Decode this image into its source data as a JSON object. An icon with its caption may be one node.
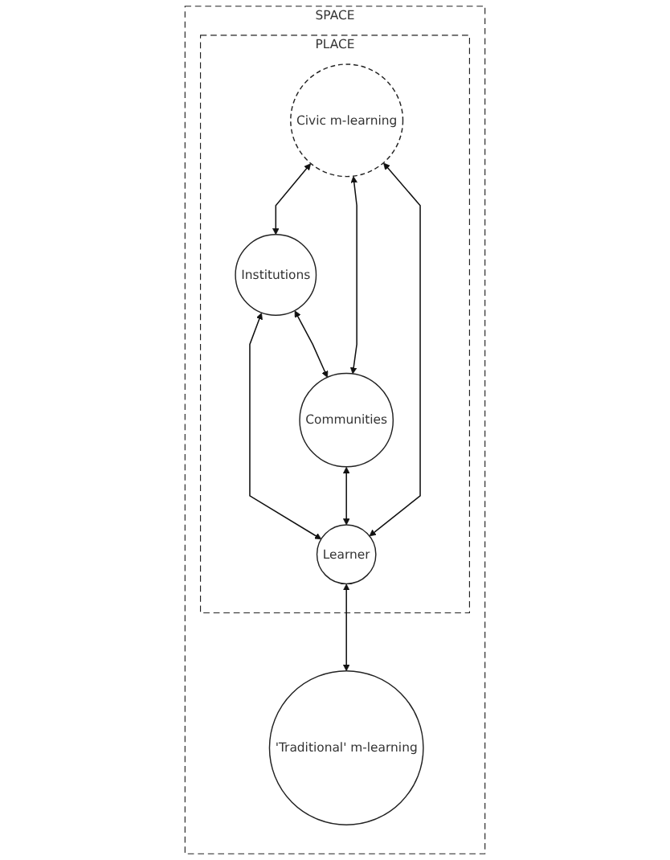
{
  "diagram": {
    "nodes": [
      {
        "text": [
          "SPACE"
        ]
      },
      {
        "text": [
          "PLACE"
        ],
        "in": 0
      },
      {
        "text": [
          "Institutions"
        ],
        "in": 1
      },
      {
        "text": [
          "Communities"
        ],
        "in": 1
      },
      {
        "text": [
          "Civic m-learning"
        ],
        "in": 1
      },
      {
        "text": [
          "Learner"
        ],
        "in": 1
      },
      {
        "text": [
          "'Traditional' m-learning"
        ],
        "in": 0
      }
    ],
    "edges": [
      {
        "from": 2,
        "to": 3,
        "arrow": "both"
      },
      {
        "from": 4,
        "to": 2,
        "arrow": "both"
      },
      {
        "from": 4,
        "to": 3,
        "arrow": "both"
      },
      {
        "from": 2,
        "to": 5,
        "arrow": "both"
      },
      {
        "from": 3,
        "to": 5,
        "arrow": "both"
      },
      {
        "from": 4,
        "to": 5,
        "arrow": "both"
      },
      {
        "from": 5,
        "to": 6,
        "arrow": "both"
      }
    ]
  }
}
